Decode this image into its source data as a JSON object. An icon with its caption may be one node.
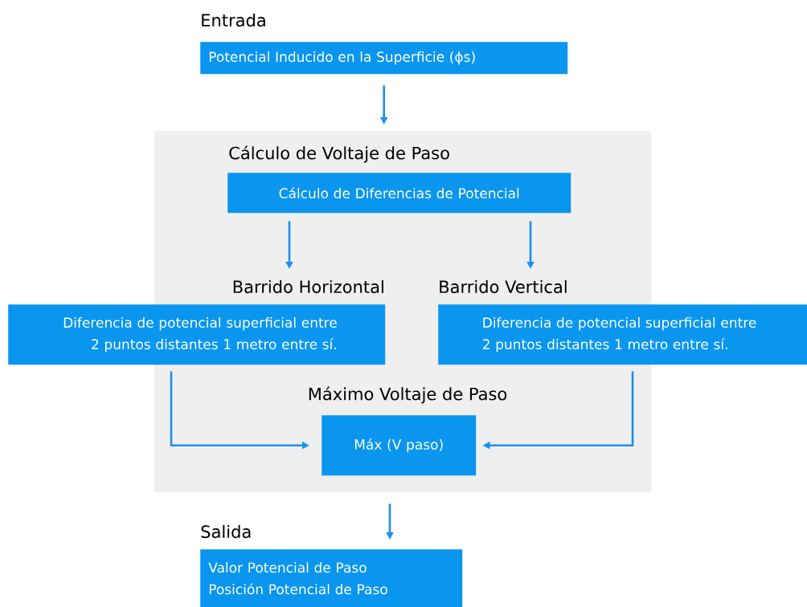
{
  "diagram": {
    "nodes": [
      {
        "text": [
          "Entrada",
          "Potencial Inducido en la Superficie (ϕs)"
        ]
      },
      {
        "text": [],
        "shape": "box"
      },
      {
        "text": [
          "Cálculo de Voltaje de Paso",
          "Cálculo de Diferencias de Potencial"
        ],
        "in": 1
      },
      {
        "text": [
          "Diferencia de potencial superficial entre 2 puntos distantes 1 metro entre sí."
        ],
        "beside": [
          "Barrido Horizontal"
        ]
      },
      {
        "text": [
          "Diferencia de potencial superficial entre 2 puntos distantes 1 metro entre sí."
        ],
        "beside": [
          "Barrido Vertical"
        ]
      },
      {
        "text": [
          "Máximo Voltaje de Paso",
          "Máx (V paso)"
        ],
        "in": 1
      },
      {
        "text": [
          "Salida",
          "Valor Potencial de Paso",
          "Posición Potencial de Paso"
        ]
      }
    ],
    "edges": [
      {
        "from": 0,
        "to": 1,
        "arrow": "to"
      },
      {
        "from": 2,
        "to": 3,
        "arrow": "to"
      },
      {
        "from": 2,
        "to": 4,
        "arrow": "to"
      },
      {
        "from": 3,
        "to": 5,
        "arrow": "to"
      },
      {
        "from": 4,
        "to": 5,
        "arrow": "to"
      },
      {
        "from": 1,
        "to": 6,
        "arrow": "to"
      }
    ]
  }
}
